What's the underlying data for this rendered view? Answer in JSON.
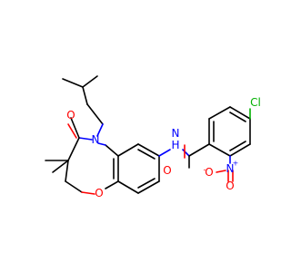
{
  "molecule": {
    "atoms": {
      "O_ketone": {
        "text": "O",
        "color": "#ff0000"
      },
      "N_ring": {
        "text": "N",
        "color": "#0000ff"
      },
      "O_ring": {
        "text": "O",
        "color": "#ff0000"
      },
      "N_amide": {
        "text": "N",
        "color": "#0000ff"
      },
      "H_amide": {
        "text": "H",
        "color": "#0000ff"
      },
      "O_amide": {
        "text": "O",
        "color": "#ff0000"
      },
      "Cl": {
        "text": "Cl",
        "color": "#00b000"
      },
      "N_nitro": {
        "text": "N",
        "color": "#0000ff"
      },
      "N_nitro_charge": {
        "text": "+",
        "color": "#0000ff"
      },
      "O_nitro_a": {
        "text": "O",
        "color": "#ff0000"
      },
      "O_nitro_a_charge": {
        "text": "-",
        "color": "#ff0000"
      },
      "O_nitro_b": {
        "text": "O",
        "color": "#ff0000"
      }
    }
  }
}
